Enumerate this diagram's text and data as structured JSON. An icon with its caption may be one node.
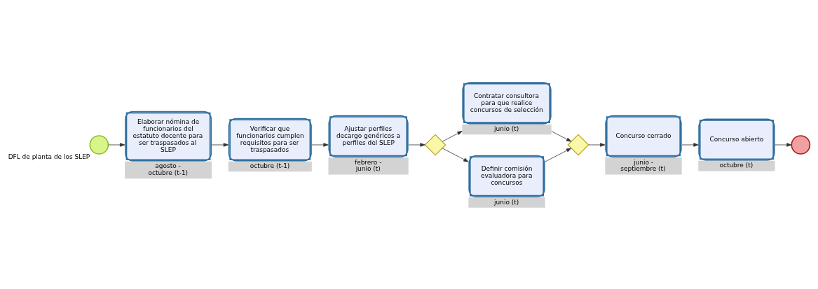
{
  "diagram": {
    "nodes": [
      {
        "text": [],
        "shape": "circle",
        "beside": [
          "DFL de planta de los SLEP"
        ]
      },
      {
        "text": [
          "Elaborar nómina de funcionarios del estatuto docente para ser traspasados al SLEP"
        ],
        "beside": [
          "agosto - octubre (t-1)"
        ]
      },
      {
        "text": [
          "Verificar que funcionarios cumplen requisitos para ser traspasados"
        ],
        "beside": [
          "octubre (t-1)"
        ]
      },
      {
        "text": [
          "Ajustar perfiles decargo genéricos a perfiles del SLEP"
        ],
        "beside": [
          "febrero - junio (t)"
        ]
      },
      {
        "text": [],
        "shape": "diamond"
      },
      {
        "text": [
          "Contratar consultora para que realice concursos de selección"
        ],
        "beside": [
          "junio (t)"
        ]
      },
      {
        "text": [
          "Definir comisión evaluadora para concursos"
        ],
        "beside": [
          "junio (t)"
        ]
      },
      {
        "text": [],
        "shape": "diamond"
      },
      {
        "text": [
          "Concurso cerrado"
        ],
        "beside": [
          "junio - septiembre (t)"
        ]
      },
      {
        "text": [
          "Concurso abierto"
        ],
        "beside": [
          "octubre (t)"
        ]
      },
      {
        "text": [],
        "shape": "circle"
      }
    ],
    "edges": [
      {
        "from": 0,
        "to": 1,
        "arrow": "to"
      },
      {
        "from": 1,
        "to": 2,
        "arrow": "to"
      },
      {
        "from": 2,
        "to": 3,
        "arrow": "to"
      },
      {
        "from": 3,
        "to": 4,
        "arrow": "to"
      },
      {
        "from": 4,
        "to": 5,
        "arrow": "to"
      },
      {
        "from": 4,
        "to": 6,
        "arrow": "to"
      },
      {
        "from": 5,
        "to": 7,
        "arrow": "to"
      },
      {
        "from": 6,
        "to": 7,
        "arrow": "to"
      },
      {
        "from": 7,
        "to": 8,
        "arrow": "to"
      },
      {
        "from": 8,
        "to": 9,
        "arrow": "to"
      },
      {
        "from": 9,
        "to": 10,
        "arrow": "to"
      }
    ]
  }
}
